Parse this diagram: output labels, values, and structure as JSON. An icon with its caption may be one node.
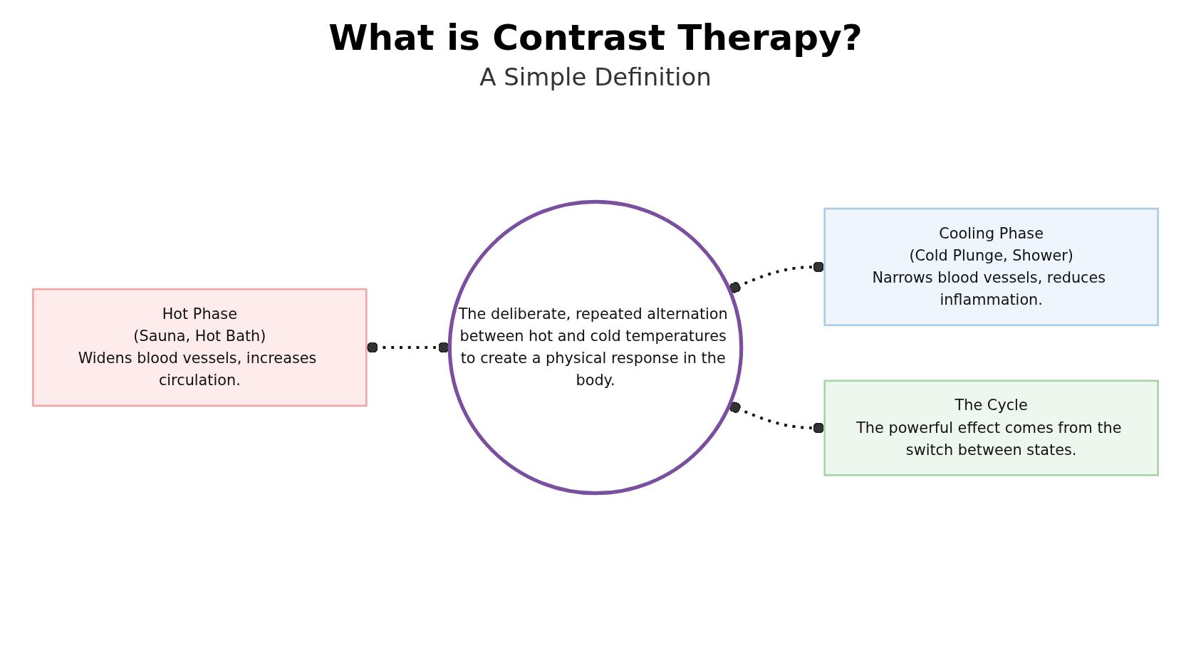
{
  "diagram": {
    "title": "What is Contrast Therapy?",
    "nodes": [
      {
        "text": [
          "Hot Phase",
          "(Sauna, Hot Bath)",
          "Widens blood vessels, increases circulation."
        ]
      },
      {
        "text": [
          "The deliberate, repeated alternation between hot and cold temperatures to create a physical response in the body."
        ]
      },
      {
        "text": [
          "Cooling Phase",
          "(Cold Plunge, Shower)",
          "Narrows blood vessels, reduces inflammation."
        ]
      },
      {
        "text": [
          "The Cycle",
          "The powerful effect comes from the switch between states."
        ]
      }
    ],
    "edges": [
      {
        "from": 0,
        "to": 1,
        "arrow": "other",
        "style": "dashed"
      },
      {
        "from": 1,
        "to": 2,
        "arrow": "other",
        "style": "dashed"
      },
      {
        "from": 1,
        "to": 3,
        "arrow": "other",
        "style": "dashed"
      }
    ],
    "labels": [
      "A Simple Definition"
    ]
  }
}
